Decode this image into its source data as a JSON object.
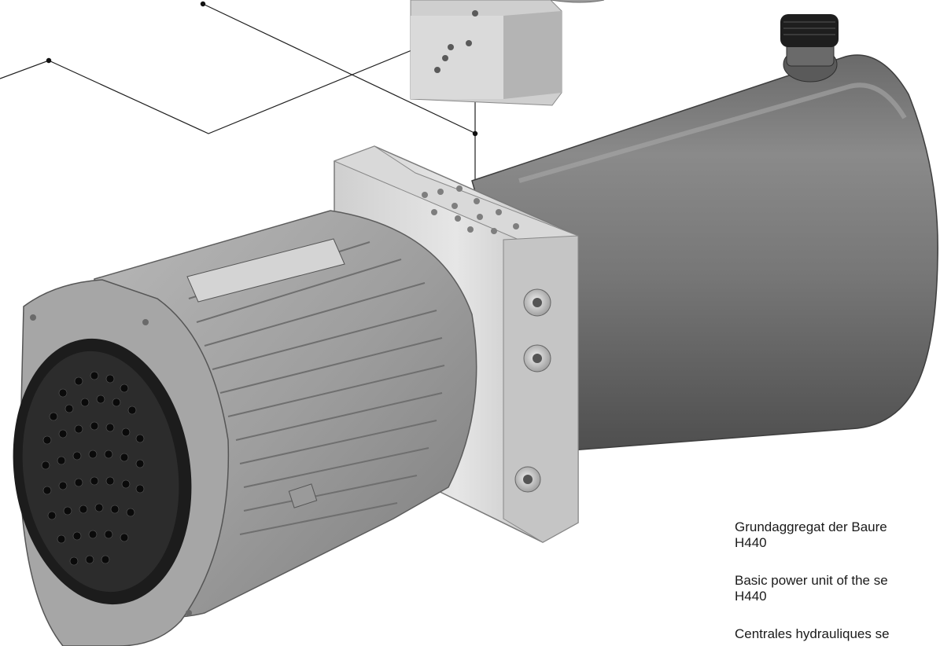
{
  "captions": {
    "de": {
      "line1": "Grundaggregat der Baure",
      "line2": "H440"
    },
    "en": {
      "line1": "Basic power unit of the se",
      "line2": "H440"
    },
    "fr": {
      "line1": "Centrales hydrauliques  se"
    }
  },
  "image": {
    "subject": "hydraulic-power-unit-photo"
  }
}
